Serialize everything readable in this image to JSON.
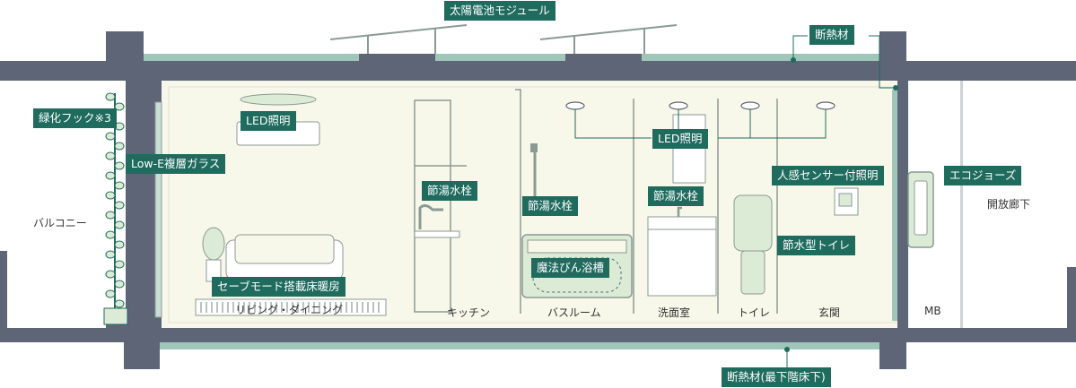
{
  "colors": {
    "structure": "#5e6577",
    "insulation": "#9fc6b8",
    "tag_bg": "#1f6b5e",
    "tag_text": "#ffffff",
    "interior": "#f8f8ea",
    "appliance_fill": "#dcebd6",
    "line": "#8a9a94"
  },
  "tags": {
    "solar_module": "太陽電池モジュール",
    "insulation_roof": "断熱材",
    "insulation_floor": "断熱材(最下階床下)",
    "green_hook": "緑化フック※3",
    "led_living": "LED照明",
    "lowe_glass": "Low-E複層ガラス",
    "faucet_kitchen": "節湯水栓",
    "faucet_bath": "節湯水栓",
    "faucet_wash": "節湯水栓",
    "led_shared": "LED照明",
    "motion_light": "人感センサー付照明",
    "eco_jozu": "エコジョーズ",
    "thermos_bath": "魔法びん浴槽",
    "water_toilet": "節水型トイレ",
    "floor_heating": "セーブモード搭載床暖房"
  },
  "rooms": {
    "balcony": "バルコニー",
    "living": "リビング・ダイニング",
    "kitchen": "キッチン",
    "bathroom": "バスルーム",
    "washroom": "洗面室",
    "toilet": "トイレ",
    "entrance": "玄関",
    "mb": "MB",
    "corridor": "開放廊下"
  }
}
